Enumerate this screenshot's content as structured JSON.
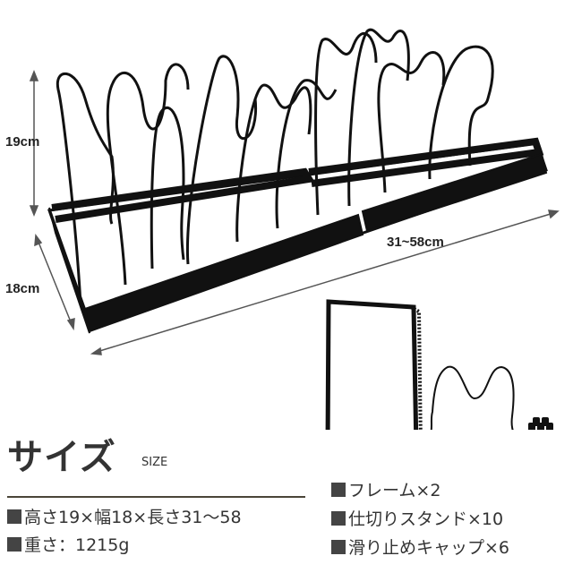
{
  "dimensions": {
    "height_label": "19cm",
    "width_label": "18cm",
    "length_label": "31~58cm"
  },
  "section": {
    "title": "サイズ",
    "subtitle": "SIZE"
  },
  "specs": [
    "高さ19×幅18×長さ31～58",
    "重さ：1215g"
  ],
  "contents": [
    "フレーム×2",
    "仕切りスタンド×10",
    "滑り止めキャップ×6"
  ],
  "colors": {
    "product": "#111111",
    "text": "#333333",
    "divider": "#4a4538"
  }
}
